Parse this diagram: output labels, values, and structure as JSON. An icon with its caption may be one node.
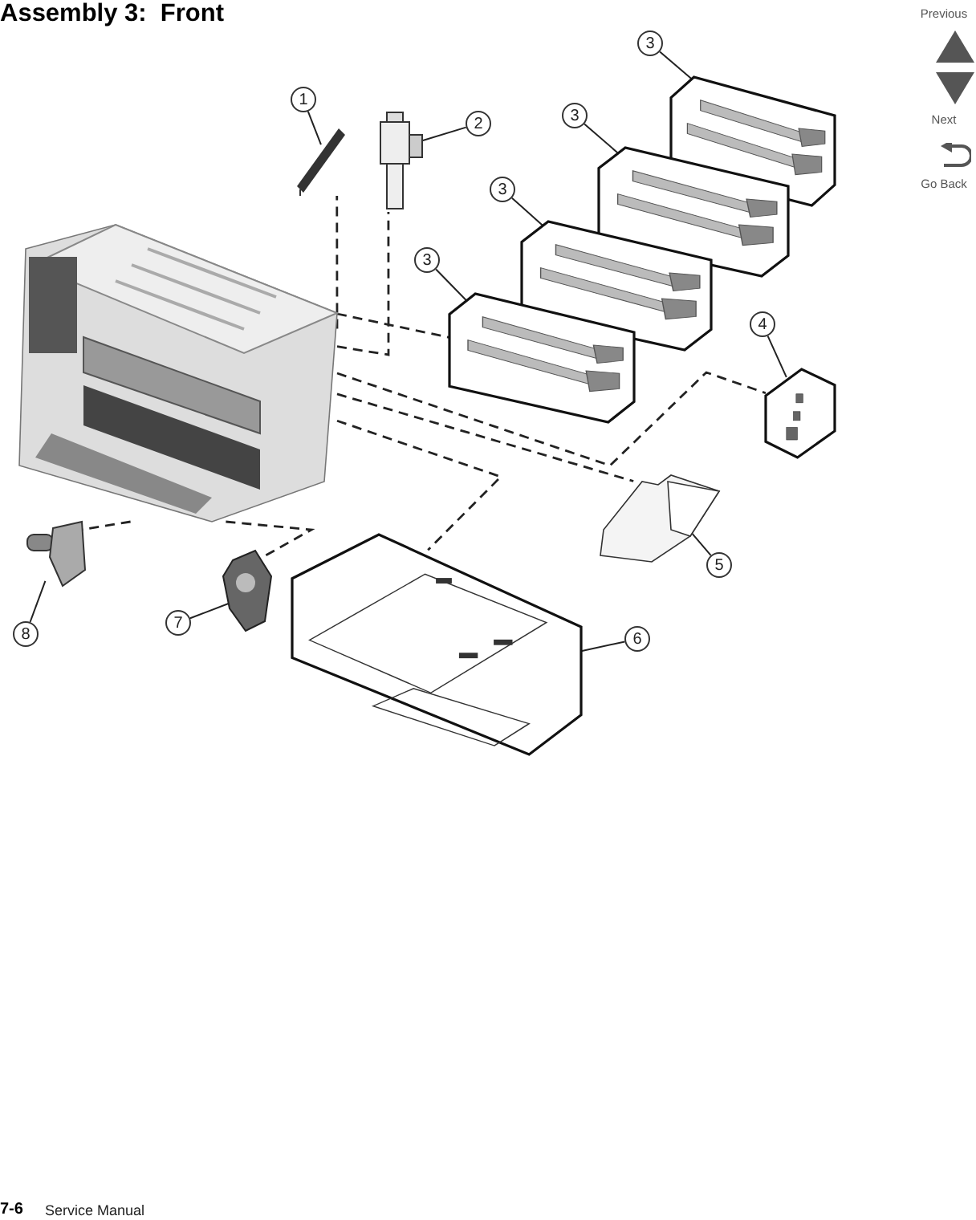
{
  "diagram": {
    "title": "Assembly 3:  Front",
    "nodes": [
      {
        "text": [
          "3"
        ]
      },
      {
        "text": [
          "3"
        ]
      },
      {
        "text": [
          "1"
        ]
      },
      {
        "text": [
          "2"
        ]
      },
      {
        "text": [
          "3"
        ]
      },
      {
        "text": [
          "3"
        ]
      },
      {
        "text": [
          "4"
        ]
      },
      {
        "text": [
          "5"
        ]
      },
      {
        "text": [
          "6"
        ]
      },
      {
        "text": [
          "7"
        ]
      },
      {
        "text": [
          "8"
        ]
      },
      {
        "text": [],
        "shape": "picture"
      },
      {
        "text": [],
        "shape": "picture"
      },
      {
        "text": [],
        "shape": "picture"
      },
      {
        "text": [],
        "shape": "box"
      },
      {
        "text": [],
        "shape": "box"
      },
      {
        "text": [],
        "shape": "box"
      },
      {
        "text": [],
        "shape": "box"
      },
      {
        "text": [],
        "shape": "box"
      },
      {
        "text": [],
        "shape": "picture"
      },
      {
        "text": [],
        "shape": "box"
      },
      {
        "text": [],
        "shape": "picture"
      },
      {
        "text": [],
        "shape": "picture"
      }
    ],
    "edges": [
      {
        "from": 0,
        "to": 14,
        "arrow": "none"
      },
      {
        "from": 1,
        "to": 15,
        "arrow": "none"
      },
      {
        "from": 2,
        "to": 12,
        "arrow": "none"
      },
      {
        "from": 3,
        "to": 13,
        "arrow": "none"
      },
      {
        "from": 4,
        "to": 16,
        "arrow": "none"
      },
      {
        "from": 5,
        "to": 17,
        "arrow": "none"
      },
      {
        "from": 6,
        "to": 18,
        "arrow": "none"
      },
      {
        "from": 7,
        "to": 19,
        "arrow": "none"
      },
      {
        "from": 8,
        "to": 20,
        "arrow": "none"
      },
      {
        "from": 9,
        "to": 21,
        "arrow": "none"
      },
      {
        "from": 10,
        "to": 22,
        "arrow": "none"
      },
      {
        "from": 11,
        "to": 12,
        "arrow": "none",
        "style": "dashed"
      },
      {
        "from": 11,
        "to": 13,
        "arrow": "none",
        "style": "dashed"
      },
      {
        "from": 11,
        "to": 17,
        "arrow": "none",
        "style": "dashed"
      },
      {
        "from": 11,
        "to": 18,
        "arrow": "none",
        "style": "dashed"
      },
      {
        "from": 11,
        "to": 19,
        "arrow": "none",
        "style": "dashed"
      },
      {
        "from": 11,
        "to": 20,
        "arrow": "none",
        "style": "dashed"
      },
      {
        "from": 11,
        "to": 21,
        "arrow": "none",
        "style": "dashed"
      },
      {
        "from": 11,
        "to": 22,
        "arrow": "none",
        "style": "dashed"
      }
    ],
    "labels": [
      "Previous",
      "Next",
      "Go Back",
      "7-6",
      "Service Manual"
    ]
  }
}
